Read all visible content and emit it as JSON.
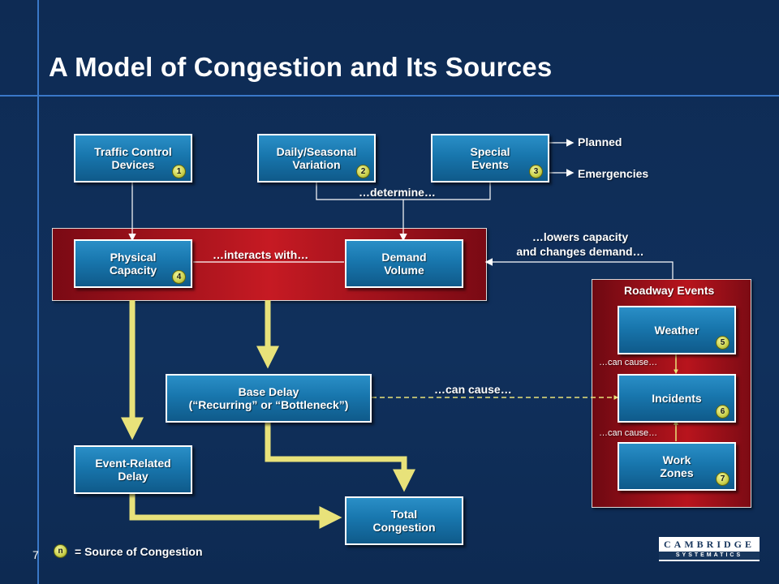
{
  "slide": {
    "title": "A Model of Congestion and Its Sources",
    "page_number": "7"
  },
  "boxes": {
    "traffic_control": "Traffic Control\nDevices",
    "daily_seasonal": "Daily/Seasonal\nVariation",
    "special_events": "Special\nEvents",
    "physical_capacity": "Physical\nCapacity",
    "demand_volume": "Demand\nVolume",
    "base_delay": "Base Delay\n(“Recurring” or “Bottleneck”)",
    "event_related_delay": "Event-Related\nDelay",
    "total_congestion": "Total\nCongestion",
    "weather": "Weather",
    "incidents": "Incidents",
    "work_zones": "Work\nZones"
  },
  "badges": {
    "b1": "1",
    "b2": "2",
    "b3": "3",
    "b4": "4",
    "b5": "5",
    "b6": "6",
    "b7": "7"
  },
  "labels": {
    "planned": "Planned",
    "emergencies": "Emergencies",
    "determine": "…determine…",
    "interacts_with": "…interacts with…",
    "lowers_capacity_1": "…lowers capacity",
    "lowers_capacity_2": "and changes demand…",
    "roadway_events": "Roadway Events",
    "can_cause_main": "…can cause…",
    "can_cause_weather": "…can cause…",
    "can_cause_workzones": "…can cause…"
  },
  "legend": {
    "symbol": "n",
    "text": "= Source of Congestion"
  },
  "logo": {
    "line1": "CAMBRIDGE",
    "line2": "SYSTEMATICS"
  },
  "colors": {
    "background": "#0f2c55",
    "box_blue": "#1876ad",
    "panel_red": "#c61a23",
    "arrow_yellow": "#e8e27a",
    "badge": "#c8cf4a"
  }
}
